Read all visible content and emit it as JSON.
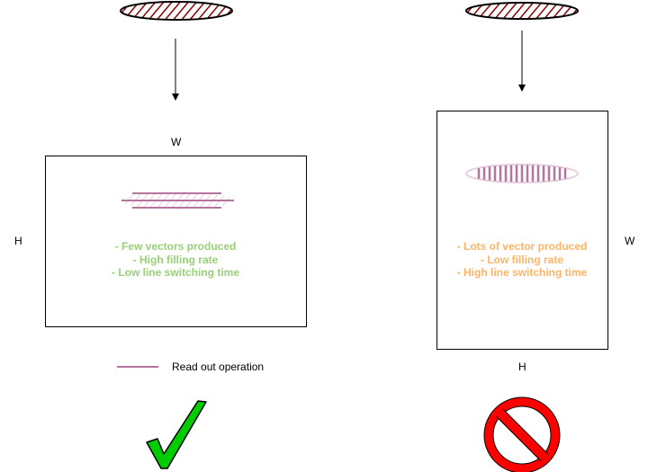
{
  "left": {
    "width_label": "W",
    "height_label": "H",
    "notes": [
      "- Few vectors produced",
      "- High filling rate",
      "- Low line switching time"
    ],
    "note_color": "#97d077",
    "verdict": "good"
  },
  "right": {
    "width_label": "W",
    "height_label": "H",
    "notes": [
      "- Lots of vector produced",
      "- Low filling rate",
      "- High line switching time"
    ],
    "note_color": "#ffb366",
    "verdict": "bad"
  },
  "legend": {
    "label": "Read out operation",
    "line_color": "#b5739d"
  },
  "colors": {
    "hatch": "#8b0000",
    "readout": "#b5739d",
    "check": "#00cc00",
    "prohibit": "#ff0000"
  }
}
